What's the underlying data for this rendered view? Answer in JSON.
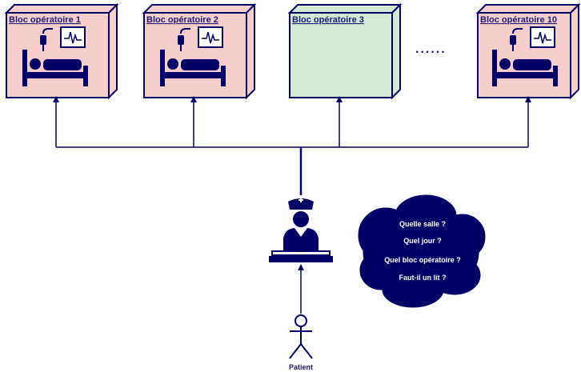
{
  "blocs": [
    {
      "label": "Bloc opératoire 1",
      "state": "occupied"
    },
    {
      "label": "Bloc opératoire 2",
      "state": "occupied"
    },
    {
      "label": "Bloc opératoire 3",
      "state": "free"
    },
    {
      "label": "Bloc opératoire 10",
      "state": "occupied"
    }
  ],
  "ellipsis": "......",
  "questions": [
    "Quelle salle ?",
    "Quel jour ?",
    "Quel bloc opératoire ?",
    "Faut-il un lit ?"
  ],
  "patient_label": "Patient",
  "colors": {
    "occupied": "#f8cecc",
    "free": "#d5e8d4",
    "navy": "#000066",
    "stroke": "#1a1a7a"
  }
}
